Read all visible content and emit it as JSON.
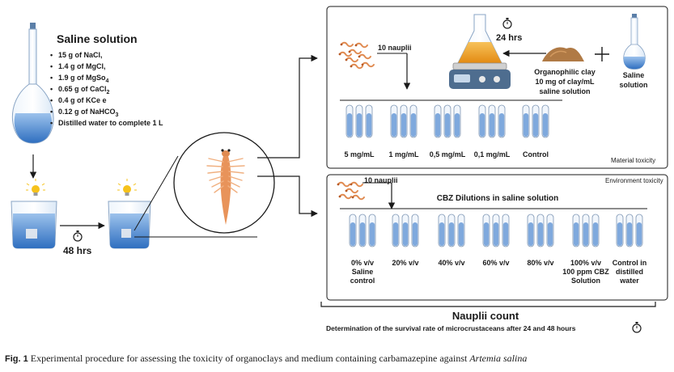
{
  "saline_panel": {
    "title": "Saline solution",
    "items": [
      "15 g of NaCl,",
      "1.4 g of MgCl,",
      "1.9 g of MgSo",
      "0.65 g of CaCl",
      "0.4 g of KCe e",
      "0.12 g of NaHCO",
      "Distilled water to complete 1 L"
    ],
    "subscripts": [
      "",
      "",
      "4",
      "2",
      "",
      "3",
      ""
    ]
  },
  "incubation_label": "48 hrs",
  "material_panel": {
    "nauplii_label": "10 nauplii",
    "time_label": "24 hrs",
    "clay_label": [
      "Organophilic clay",
      "10 mg of clay/mL",
      "saline solution"
    ],
    "plus": "+",
    "saline_label": [
      "Saline",
      "solution"
    ],
    "concentrations": [
      "5 mg/mL",
      "1 mg/mL",
      "0,5 mg/mL",
      "0,1 mg/mL",
      "Control"
    ],
    "corner_label": "Material toxicity"
  },
  "environment_panel": {
    "corner_label": "Environment toxicity",
    "nauplii_label": "10 nauplii",
    "dilutions_title": "CBZ Dilutions in saline solution",
    "dilutions": [
      [
        "0% v/v",
        "Saline",
        "control"
      ],
      [
        "20% v/v"
      ],
      [
        "40% v/v"
      ],
      [
        "60% v/v"
      ],
      [
        "80% v/v"
      ],
      [
        "100% v/v",
        "100 ppm CBZ",
        "Solution"
      ],
      [
        "Control in",
        "distilled",
        "water"
      ]
    ]
  },
  "count": {
    "title": "Nauplii count",
    "subtitle": "Determination of the survival rate of microcrustaceans after 24 and 48 hours"
  },
  "caption": {
    "fig": "Fig. 1",
    "text": "Experimental procedure for assessing the toxicity of organoclays and medium containing carbamazepine against",
    "species": "Artemia salina"
  },
  "colors": {
    "liquid": "#3f7cc8",
    "liquid_light": "#8fb8e6",
    "glass": "#d7e6f5",
    "tube_liquid": "#7fa9dd",
    "flask_liquid": "#f0a020",
    "clay": "#b07a45",
    "nauplius": "#e08a50",
    "bulb": "#f6c21b"
  },
  "icons": [
    "volumetric-flask-icon",
    "beaker-icon",
    "bulb-icon",
    "stopwatch-icon",
    "nauplius-icon",
    "magnetic-stirrer-icon",
    "clay-pile-icon",
    "test-tube-icon"
  ]
}
